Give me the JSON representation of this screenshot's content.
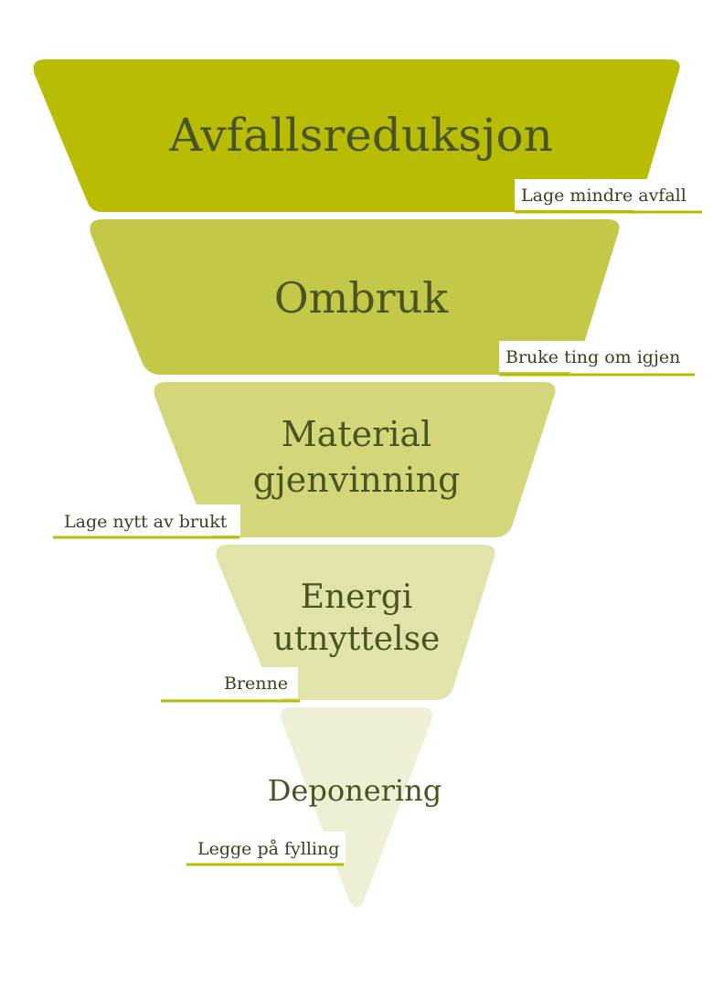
{
  "tiers": [
    {
      "title_lines": [
        "Avfallsreduksjon"
      ],
      "note": "Lage mindre avfall",
      "color": "#b8bd04"
    },
    {
      "title_lines": [
        "Ombruk"
      ],
      "note": "Bruke ting om igjen",
      "color": "#c4c848"
    },
    {
      "title_lines": [
        "Material",
        "gjenvinning"
      ],
      "note": "Lage nytt av brukt",
      "color": "#d4d67a"
    },
    {
      "title_lines": [
        "Energi",
        "utnyttelse"
      ],
      "note": "Brenne",
      "color": "#e2e3ab"
    },
    {
      "title_lines": [
        "Deponering"
      ],
      "note": "Legge på fylling",
      "color": "#efefd5"
    }
  ],
  "text_color": "#4a5420",
  "note_line_color": "#b8bd04"
}
